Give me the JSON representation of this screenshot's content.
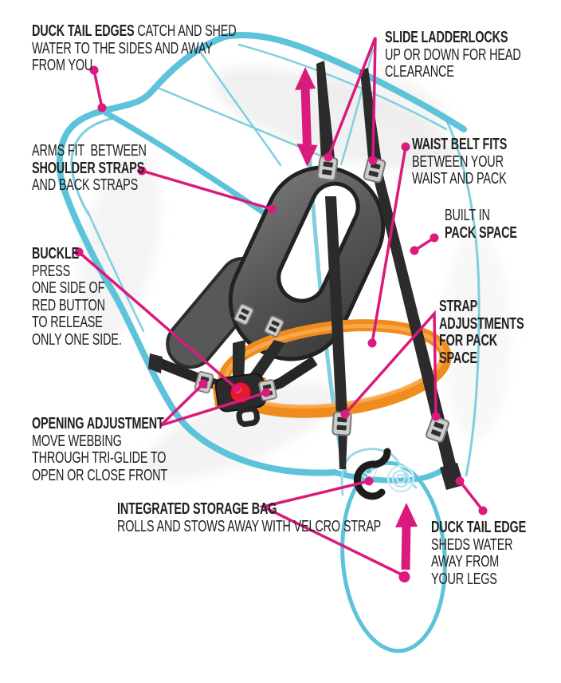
{
  "colors": {
    "outline_blue": "#5cc3da",
    "fold_blue": "#7fcfe0",
    "accent_pink": "#da1a7d",
    "ring_orange": "#f08c1e",
    "ring_highlight": "#f9ab55",
    "strap_black": "#2b2b2b",
    "panel_dark": "#3f3f3f",
    "button_red": "#e6192e",
    "metal_gray": "#c9c9c9",
    "text_color": "#232020",
    "background": "#ffffff"
  },
  "icons": {
    "up_down_arrow": "vertical double-headed arrow (head clearance adjustment)",
    "up_arrow": "upward arrow (storage bag stow direction)",
    "swirl": "rolled storage bag swirl",
    "pointer_dot": "annotation pointer dot"
  },
  "annotations": {
    "duck_tail_edges": {
      "lines": [
        [
          {
            "t": "DUCK TAIL EDGES ",
            "b": true
          },
          {
            "t": "CATCH AND SHED",
            "b": false
          }
        ],
        [
          {
            "t": "WATER TO THE SIDES AND AWAY",
            "b": false
          }
        ],
        [
          {
            "t": "FROM YOU",
            "b": false
          }
        ]
      ]
    },
    "slide_ladderlocks": {
      "lines": [
        [
          {
            "t": "SLIDE LADDERLOCKS",
            "b": true
          }
        ],
        [
          {
            "t": "UP OR DOWN FOR HEAD",
            "b": false
          }
        ],
        [
          {
            "t": "CLEARANCE",
            "b": false
          }
        ]
      ]
    },
    "arms_fit": {
      "lines": [
        [
          {
            "t": "ARMS FIT  BETWEEN",
            "b": false
          }
        ],
        [
          {
            "t": "SHOULDER STRAPS",
            "b": true
          }
        ],
        [
          {
            "t": "AND BACK STRAPS",
            "b": false
          }
        ]
      ]
    },
    "waist_belt": {
      "lines": [
        [
          {
            "t": "WAIST BELT FITS",
            "b": true
          }
        ],
        [
          {
            "t": "BETWEEN YOUR",
            "b": false
          }
        ],
        [
          {
            "t": "WAIST AND PACK",
            "b": false
          }
        ]
      ]
    },
    "built_in": {
      "lines": [
        [
          {
            "t": "BUILT IN",
            "b": false
          }
        ],
        [
          {
            "t": "PACK SPACE",
            "b": true
          }
        ]
      ]
    },
    "buckle": {
      "lines": [
        [
          {
            "t": "BUCKLE",
            "b": true
          }
        ],
        [
          {
            "t": "PRESS",
            "b": false
          }
        ],
        [
          {
            "t": "ONE SIDE OF",
            "b": false
          }
        ],
        [
          {
            "t": "RED BUTTON",
            "b": false
          }
        ],
        [
          {
            "t": "TO RELEASE",
            "b": false
          }
        ],
        [
          {
            "t": "ONLY ONE SIDE.",
            "b": false
          }
        ]
      ]
    },
    "strap_adjustments": {
      "lines": [
        [
          {
            "t": "STRAP",
            "b": true
          }
        ],
        [
          {
            "t": "ADJUSTMENTS",
            "b": true
          }
        ],
        [
          {
            "t": "FOR PACK",
            "b": true
          }
        ],
        [
          {
            "t": "SPACE",
            "b": true
          }
        ]
      ]
    },
    "opening_adjustment": {
      "lines": [
        [
          {
            "t": "OPENING ADJUSTMENT",
            "b": true
          }
        ],
        [
          {
            "t": "MOVE WEBBING",
            "b": false
          }
        ],
        [
          {
            "t": "THROUGH TRI-GLIDE TO",
            "b": false
          }
        ],
        [
          {
            "t": "OPEN OR CLOSE FRONT",
            "b": false
          }
        ]
      ]
    },
    "integrated_storage": {
      "lines": [
        [
          {
            "t": "INTEGRATED STORAGE BAG",
            "b": true
          }
        ],
        [
          {
            "t": "ROLLS AND STOWS AWAY WITH VELCRO STRAP",
            "b": false
          }
        ]
      ]
    },
    "duck_tail_edge_legs": {
      "lines": [
        [
          {
            "t": "DUCK TAIL EDGE",
            "b": true
          }
        ],
        [
          {
            "t": "SHEDS WATER",
            "b": false
          }
        ],
        [
          {
            "t": "AWAY FROM",
            "b": false
          }
        ],
        [
          {
            "t": "YOUR LEGS",
            "b": false
          }
        ]
      ]
    }
  }
}
